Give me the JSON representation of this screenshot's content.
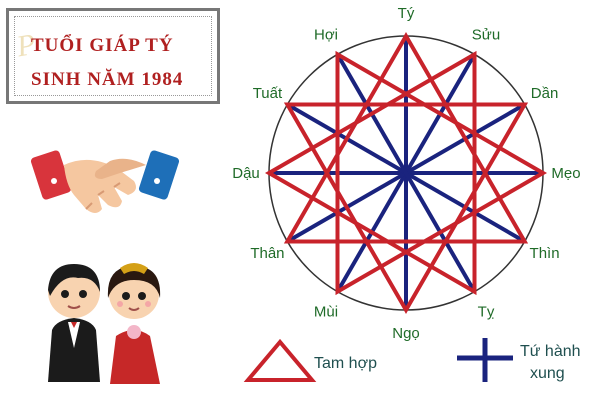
{
  "title": {
    "line1": "TUỔI GIÁP TÝ",
    "line2": "SINH NĂM 1984"
  },
  "zodiac": [
    "Tý",
    "Sửu",
    "Dần",
    "Mẹo",
    "Thìn",
    "Tỵ",
    "Ngọ",
    "Mùi",
    "Thân",
    "Dậu",
    "Tuất",
    "Hợi"
  ],
  "legend": {
    "triad_label": "Tam hợp",
    "opposition_label_line1": "Tứ hành",
    "opposition_label_line2": "xung"
  },
  "colors": {
    "triad": "#c8232b",
    "opposition": "#1a237e",
    "label": "#1f6b28",
    "title": "#b02020"
  },
  "icons": [
    "handshake-icon",
    "wedding-couple-icon",
    "triangle-icon",
    "cross-icon"
  ]
}
